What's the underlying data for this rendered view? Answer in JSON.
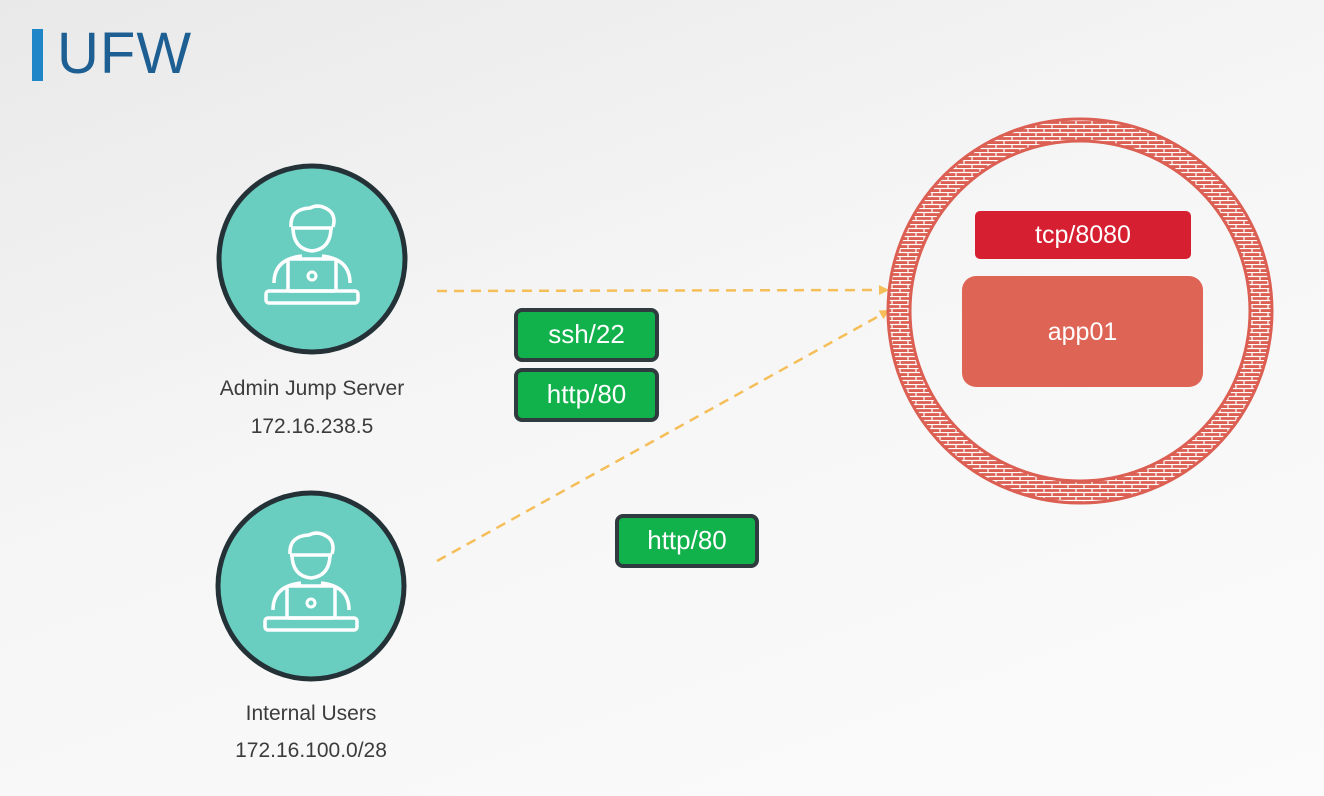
{
  "title": "UFW",
  "colors": {
    "accent_bar": "#1f86c8",
    "title_text": "#1d5f93",
    "user_circle": "#69cdc0",
    "user_border": "#243238",
    "rule_green": "#11b14b",
    "rule_border": "#2f3b3e",
    "tcp_badge": "#d62031",
    "app_box": "#de6556",
    "firewall_ring": "#dc5f53",
    "arrow": "#f6be59"
  },
  "nodes": [
    {
      "label": "Admin Jump Server",
      "address": "172.16.238.5",
      "icon": "user-laptop-icon"
    },
    {
      "label": "Internal Users",
      "address": "172.16.100.0/28",
      "icon": "user-laptop-icon"
    }
  ],
  "rules": [
    {
      "label": "ssh/22"
    },
    {
      "label": "http/80"
    },
    {
      "label": "http/80"
    }
  ],
  "server": {
    "port_badge": "tcp/8080",
    "app_label": "app01",
    "icon": "firewall-brick-ring-icon"
  }
}
